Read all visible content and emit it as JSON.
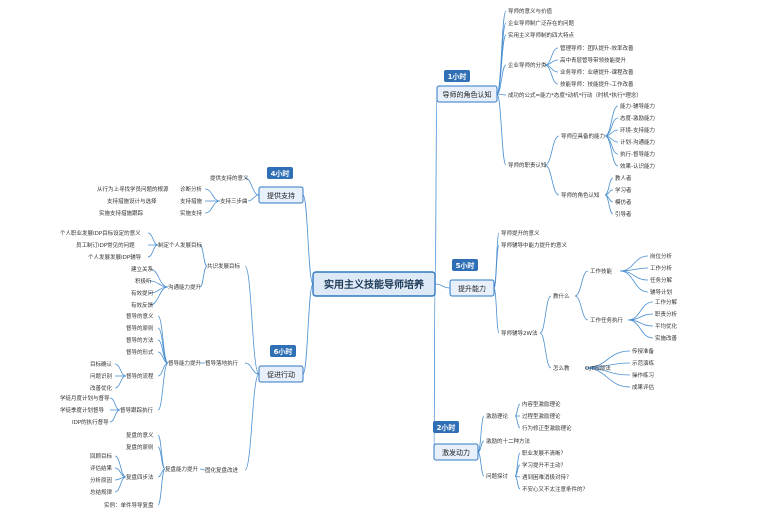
{
  "colors": {
    "branch": "#2f78c4",
    "line": "#4a8fd0",
    "badge": "#2f6fb5",
    "box_fill": "#e8f1fb",
    "center_fill": "#dde9f6"
  },
  "center": "实用主义技能导师培养",
  "branches": {
    "role": {
      "label": "导师的角色认知",
      "badge": "1小时",
      "items": {
        "a": "导师的意义与价值",
        "b": "企业导师制广泛存在的问题",
        "c": "实用主义导师制的四大特点",
        "types": {
          "label": "企业导师的分类",
          "c1": "管理导师：团队提升-效率改善",
          "c2": "高中青层管导带领技能提升",
          "c3": "业务导师：业绩提升-课程改善",
          "c4": "技能导师：技能提升-工作改善"
        },
        "formula": "成功的公式=能力*态度*动机*行动（时机*执行*理念）",
        "pos": {
          "label": "导师的职责认知",
          "ability": {
            "label": "导师应具备的能力",
            "c1": "能力-辅导能力",
            "c2": "态度-激励能力",
            "c3": "环境-支持能力",
            "c4": "计划-沟通能力",
            "c5": "执行-督导能力",
            "c6": "效果-认识能力"
          },
          "roles": {
            "label": "导师的角色认知",
            "c1": "教人者",
            "c2": "学习者",
            "c3": "模仿者",
            "c4": "引导者"
          }
        }
      }
    },
    "improve": {
      "label": "提升能力",
      "badge": "5小时",
      "items": {
        "a": "导师提升的意义",
        "b": "导师辅导中能力提升的意义",
        "method": {
          "label": "导师辅导2W法",
          "what": {
            "label": "教什么",
            "skills": {
              "label": "工作技能",
              "c1": "岗位分析",
              "c2": "工作分析",
              "c3": "任务分解",
              "c4": "辅导计划"
            },
            "tasks": {
              "label": "工作任务执行",
              "c1": "工作分解",
              "c2": "职责分析",
              "c3": "平均优化",
              "c4": "实施改善"
            }
          },
          "how": {
            "label": "怎么教",
            "ojt": "OJT四部法",
            "c1": "传授准备",
            "c2": "示范演练",
            "c3": "操作练习",
            "c4": "成果评估"
          }
        }
      }
    },
    "motivate": {
      "label": "激发动力",
      "badge": "2小时",
      "items": {
        "theory": {
          "label": "激励理论",
          "c1": "内容型激励理论",
          "c2": "过程型激励理论",
          "c3": "行为修正型激励理论"
        },
        "methods": "激励的十二种方法",
        "cases": {
          "label": "问题探讨",
          "c1": "职业发展不清晰？",
          "c2": "学习提升不主动？",
          "c3": "遇到困难消极对待？",
          "c4": "不安心又不太注意条件的？"
        }
      }
    },
    "support": {
      "label": "提供支持",
      "badge": "4小时",
      "items": {
        "a": "提供支持的意义",
        "method": {
          "label": "支持三步曲",
          "s1": {
            "label": "诊断分析",
            "detail": "从行为上寻找学员问题的根源"
          },
          "s2": {
            "label": "支持措施",
            "detail": "支持措施设计与选择"
          },
          "s3": {
            "label": "实施支持",
            "detail": "实施支持措施跟踪"
          }
        }
      }
    },
    "action": {
      "label": "促进行动",
      "badge": "6小时",
      "items": {
        "goal": {
          "label": "共识发展目标",
          "plan": {
            "label": "制定个人发展目标",
            "c1": "个人职业发展IDP目标设定的意义",
            "c2": "员工制订IDP常见的问题",
            "c3": "个人发展发展IDP辅导"
          },
          "ability": {
            "label": "沟通能力提升",
            "c1": "建立关系",
            "c2": "积极听",
            "c3": "有效提问",
            "c4": "有效反馈"
          }
        },
        "exec": {
          "label": "督导落地执行",
          "coach": {
            "label": "督导能力提升",
            "c1": "督导的意义",
            "c2": "督导的原则",
            "c3": "督导的方法",
            "c4": "督导的形式"
          },
          "flow": {
            "label": "督导的流程",
            "c1": "目标确认",
            "c2": "问题识别",
            "c3": "改善优化"
          },
          "track": {
            "label": "督导跟踪执行",
            "c1": "学徒月度计划与督导",
            "c2": "学徒季度计划督导",
            "c3": "IDP的执行督导"
          }
        },
        "review": {
          "label": "固化复盘改进",
          "rv": {
            "label": "复盘能力提升",
            "c1": "复盘的意义",
            "c2": "复盘的原则"
          },
          "steps": {
            "label": "复盘四步法",
            "c1": "回顾目标",
            "c2": "评估结果",
            "c3": "分析原因",
            "c4": "总结规律"
          },
          "tail": "实例：单件导导复盘"
        }
      }
    }
  }
}
